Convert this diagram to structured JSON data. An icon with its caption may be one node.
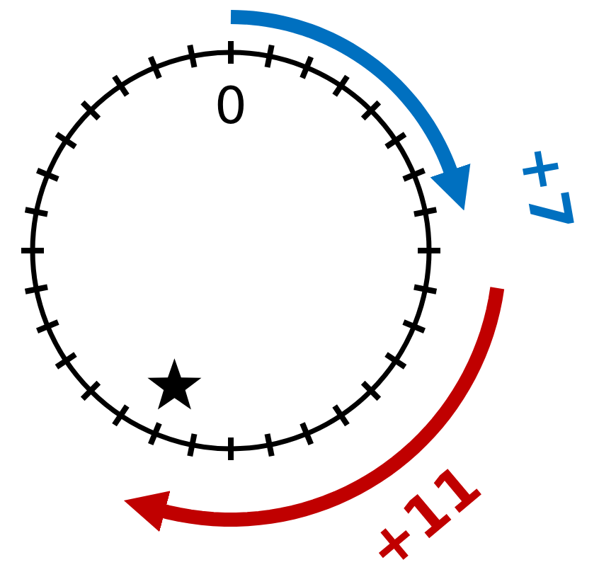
{
  "diagram": {
    "labels": [
      "0",
      "+7",
      "+11"
    ]
  }
}
